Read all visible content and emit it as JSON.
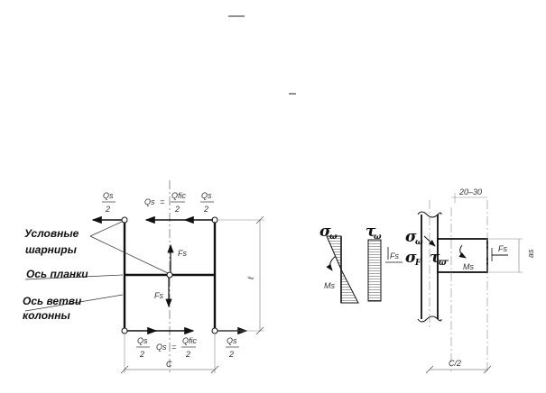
{
  "left_diagram": {
    "labels": {
      "hinges": "Условные шарниры",
      "hinges_line1": "Условные",
      "hinges_line2": "шарниры",
      "plate_axis": "Ось планки",
      "branch_axis_line1": "Ось ветви",
      "branch_axis_line2": "колонны"
    },
    "top_forces": {
      "left": {
        "num": "Qs",
        "den": "2"
      },
      "middle": {
        "lhs": "Qs",
        "eq": "=",
        "num": "Qfic",
        "den": "2"
      },
      "right": {
        "num": "Qs",
        "den": "2"
      }
    },
    "bottom_forces": {
      "left": {
        "num": "Qs",
        "den": "2"
      },
      "middle": {
        "lhs": "Qs",
        "eq": "=",
        "num": "Qfic",
        "den": "2"
      },
      "right": {
        "num": "Qs",
        "den": "2"
      }
    },
    "plate_force_top": "Fs",
    "plate_force_bottom": "Fs",
    "height_dim": "ℓ",
    "width_dim": "C"
  },
  "right_diagram": {
    "sigma_w": "σ",
    "sigma_w_sub": "ω",
    "tau_w": "τ",
    "tau_w_sub": "ω",
    "Ms_left": "Ms",
    "Fs_mid": "Fs",
    "sigma_w2": "σ",
    "sigma_w2_sub": "ω",
    "sigma_F": "σ",
    "sigma_F_sub": "F",
    "tau_w2": "τ",
    "tau_w2_sub": "ω",
    "Ms_right": "Ms",
    "Fs_right": "Fs",
    "weld_dim": "20–30",
    "as_dim": "as",
    "half_width_dim": "C/2"
  }
}
